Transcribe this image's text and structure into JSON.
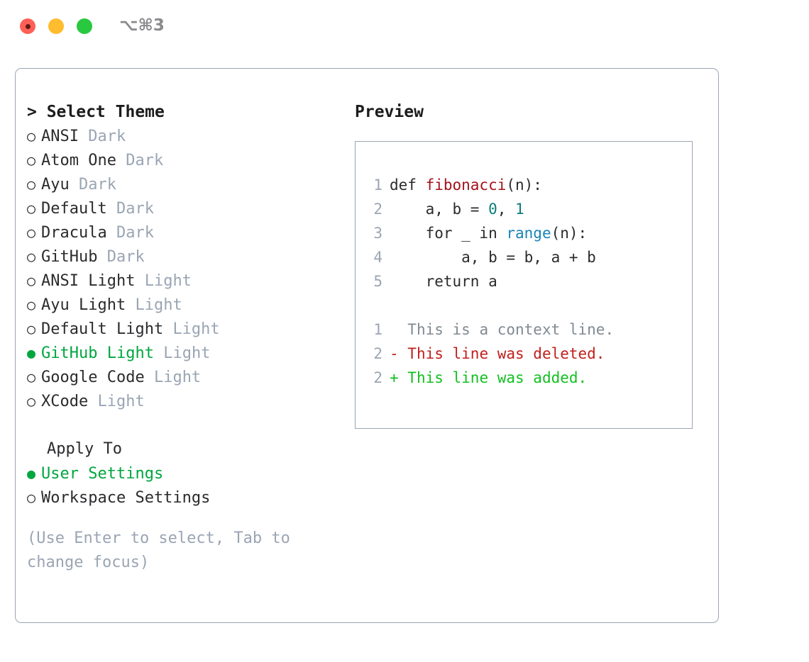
{
  "titlebar": {
    "shortcut": "⌥⌘3",
    "buttons": [
      {
        "name": "close",
        "color": "#ff5f57"
      },
      {
        "name": "minimize",
        "color": "#febc2e"
      },
      {
        "name": "zoom",
        "color": "#28c840"
      }
    ]
  },
  "theme_picker": {
    "heading": "> Select Theme",
    "caret": ">",
    "heading_text": "Select Theme",
    "bullet_empty": "○",
    "bullet_filled": "●",
    "accent_color": "#00a63f",
    "muted_color": "#9aa5b4",
    "items": [
      {
        "label": "ANSI",
        "tag": "Dark",
        "selected": false
      },
      {
        "label": "Atom One",
        "tag": "Dark",
        "selected": false
      },
      {
        "label": "Ayu",
        "tag": "Dark",
        "selected": false
      },
      {
        "label": "Default",
        "tag": "Dark",
        "selected": false
      },
      {
        "label": "Dracula",
        "tag": "Dark",
        "selected": false
      },
      {
        "label": "GitHub",
        "tag": "Dark",
        "selected": false
      },
      {
        "label": "ANSI Light",
        "tag": "Light",
        "selected": false
      },
      {
        "label": "Ayu Light",
        "tag": "Light",
        "selected": false
      },
      {
        "label": "Default Light",
        "tag": "Light",
        "selected": false
      },
      {
        "label": "GitHub Light",
        "tag": "Light",
        "selected": true
      },
      {
        "label": "Google Code",
        "tag": "Light",
        "selected": false
      },
      {
        "label": "XCode",
        "tag": "Light",
        "selected": false
      }
    ]
  },
  "apply_to": {
    "heading": "Apply To",
    "items": [
      {
        "label": "User Settings",
        "selected": true
      },
      {
        "label": "Workspace Settings",
        "selected": false
      }
    ]
  },
  "hint": "(Use Enter to select, Tab to change focus)",
  "preview": {
    "title": "Preview",
    "code_lines": [
      {
        "no": "1",
        "segments": [
          {
            "text": "def ",
            "type": "plain"
          },
          {
            "text": "fibonacci",
            "type": "fn"
          },
          {
            "text": "(n):",
            "type": "plain"
          }
        ]
      },
      {
        "no": "2",
        "segments": [
          {
            "text": "    a, b = ",
            "type": "plain"
          },
          {
            "text": "0",
            "type": "num"
          },
          {
            "text": ", ",
            "type": "plain"
          },
          {
            "text": "1",
            "type": "num"
          }
        ]
      },
      {
        "no": "3",
        "segments": [
          {
            "text": "    for _ in ",
            "type": "plain"
          },
          {
            "text": "range",
            "type": "builtin"
          },
          {
            "text": "(n):",
            "type": "plain"
          }
        ]
      },
      {
        "no": "4",
        "segments": [
          {
            "text": "        a, b = b, a + b",
            "type": "plain"
          }
        ]
      },
      {
        "no": "5",
        "segments": [
          {
            "text": "    return a",
            "type": "plain"
          }
        ]
      }
    ],
    "diff_lines": [
      {
        "no": "1",
        "marker": " ",
        "text": "This is a context line.",
        "type": "ctx"
      },
      {
        "no": "2",
        "marker": "-",
        "text": "This line was deleted.",
        "type": "del"
      },
      {
        "no": "2",
        "marker": "+",
        "text": "This line was added.",
        "type": "add"
      }
    ]
  }
}
